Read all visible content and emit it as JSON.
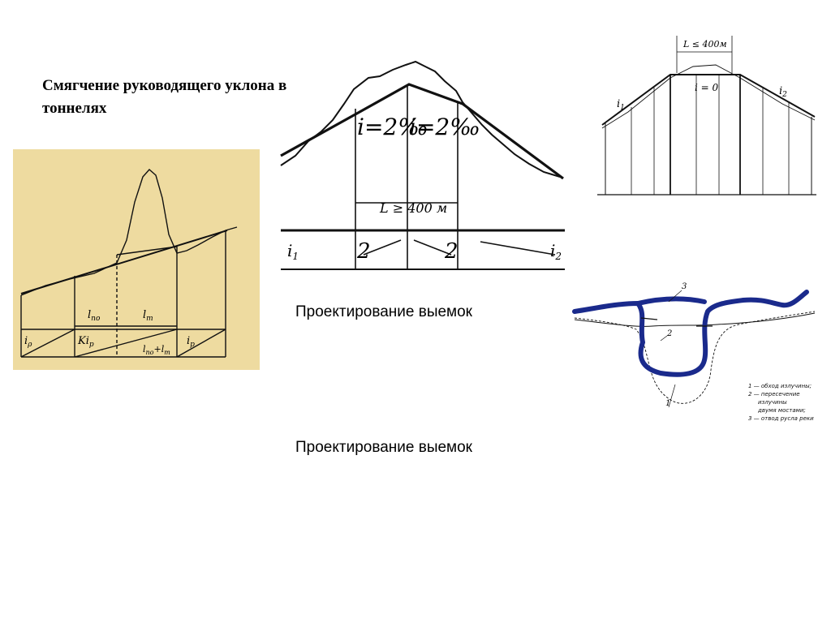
{
  "title": "Смягчение руководящего уклона в тоннелях",
  "captions": [
    "Проектирование выемок",
    "Проектирование выемок"
  ],
  "fig_profile": {
    "labels": [
      "i",
      "ρ",
      "l",
      "по",
      "l",
      "m",
      "i",
      "p",
      "Ki",
      "p",
      "l",
      "по",
      "+",
      "l",
      "m",
      "i",
      "p"
    ]
  },
  "fig_tunnel": {
    "grade_left": "i=2‰",
    "grade_right": "i=2‰",
    "length": "L ≥ 400 м",
    "left_slope": "i",
    "left_slope_sub": "1",
    "right_slope": "i",
    "right_slope_sub": "2",
    "val_left": "2",
    "val_right": "2"
  },
  "fig_sketch": {
    "length": "L ≤ 400м",
    "zero_grade": "i = 0",
    "left_slope": "i",
    "left_slope_sub": "1",
    "right_slope": "i",
    "right_slope_sub": "2"
  },
  "fig_river": {
    "num1": "1",
    "num2": "2",
    "num3": "3",
    "legend": [
      "1 — обход излучины;",
      "2 — пересечение",
      "излучины",
      "двумя мостами;",
      "3 — отвод русла реки"
    ]
  },
  "colors": {
    "paper": "#eedba0",
    "ink": "#111111",
    "river": "#1a2a8c"
  }
}
